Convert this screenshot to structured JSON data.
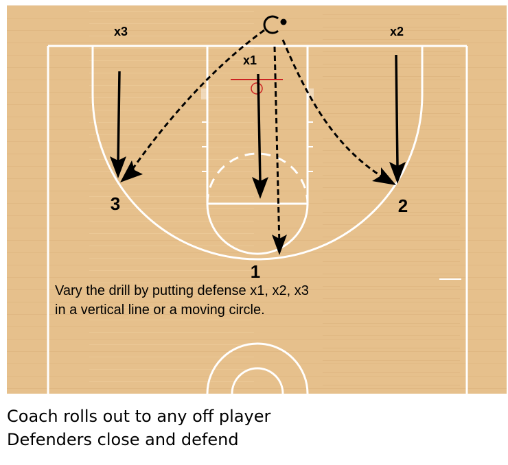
{
  "diagram": {
    "players": {
      "coach": "C",
      "x1": "x1",
      "x2": "x2",
      "x3": "x3",
      "p1": "1",
      "p2": "2",
      "p3": "3"
    },
    "note": "Vary the drill by putting defense x1, x2, x3 in a vertical line or a moving circle.",
    "colors": {
      "court": "#e6c08c",
      "lines": "#ffffff",
      "rim": "#cc2222",
      "arrows": "#000000"
    }
  },
  "caption": {
    "line1": "Coach rolls out to any off player",
    "line2": "Defenders close and defend"
  }
}
